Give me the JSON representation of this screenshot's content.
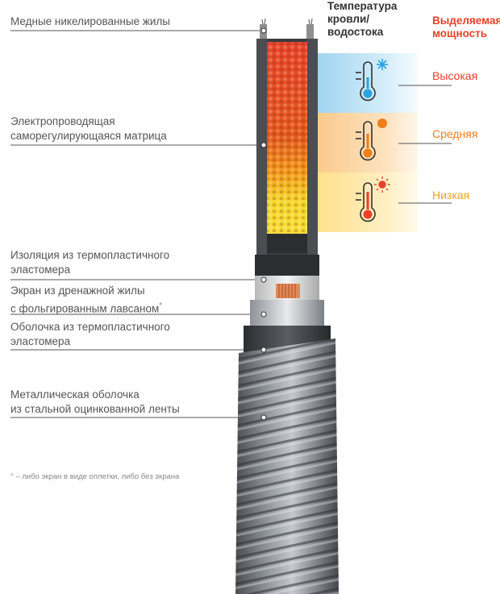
{
  "labels": {
    "copper_wires": "Медные никелированные жилы",
    "matrix_line1": "Электропроводящая",
    "matrix_line2": "саморегулирующаяся матрица",
    "insulation_line1": "Изоляция из термопластичного",
    "insulation_line2": "эластомера",
    "screen_line1": "Экран из дренажной жилы",
    "screen_line2": "с фольгированным лавсаном",
    "screen_mark": "°",
    "sheath_line1": "Оболочка из термопластичного",
    "sheath_line2": "эластомера",
    "metal_line1": "Металлическая оболочка",
    "metal_line2": "из стальной оцинкованной ленты"
  },
  "headers": {
    "temperature_line1": "Температура",
    "temperature_line2": "кровли/",
    "temperature_line3": "водостока",
    "power_line1": "Выделяемая",
    "power_line2": "мощность"
  },
  "levels": {
    "high": "Высокая",
    "medium": "Средняя",
    "low": "Низкая"
  },
  "footnote": "° – либо экран в виде оплетки, либо без экрана",
  "colors": {
    "power_header": "#e8402a",
    "high": "#e8402a",
    "medium": "#ef7d1a",
    "low": "#f0a020",
    "zone_cold": "#a9d9f2",
    "zone_warm": "#fcd7a4",
    "zone_hot": "#fde6a6"
  },
  "icons": {
    "cold": "snowflake-icon",
    "warm": "sun-dot-icon",
    "hot": "sun-rays-icon"
  }
}
